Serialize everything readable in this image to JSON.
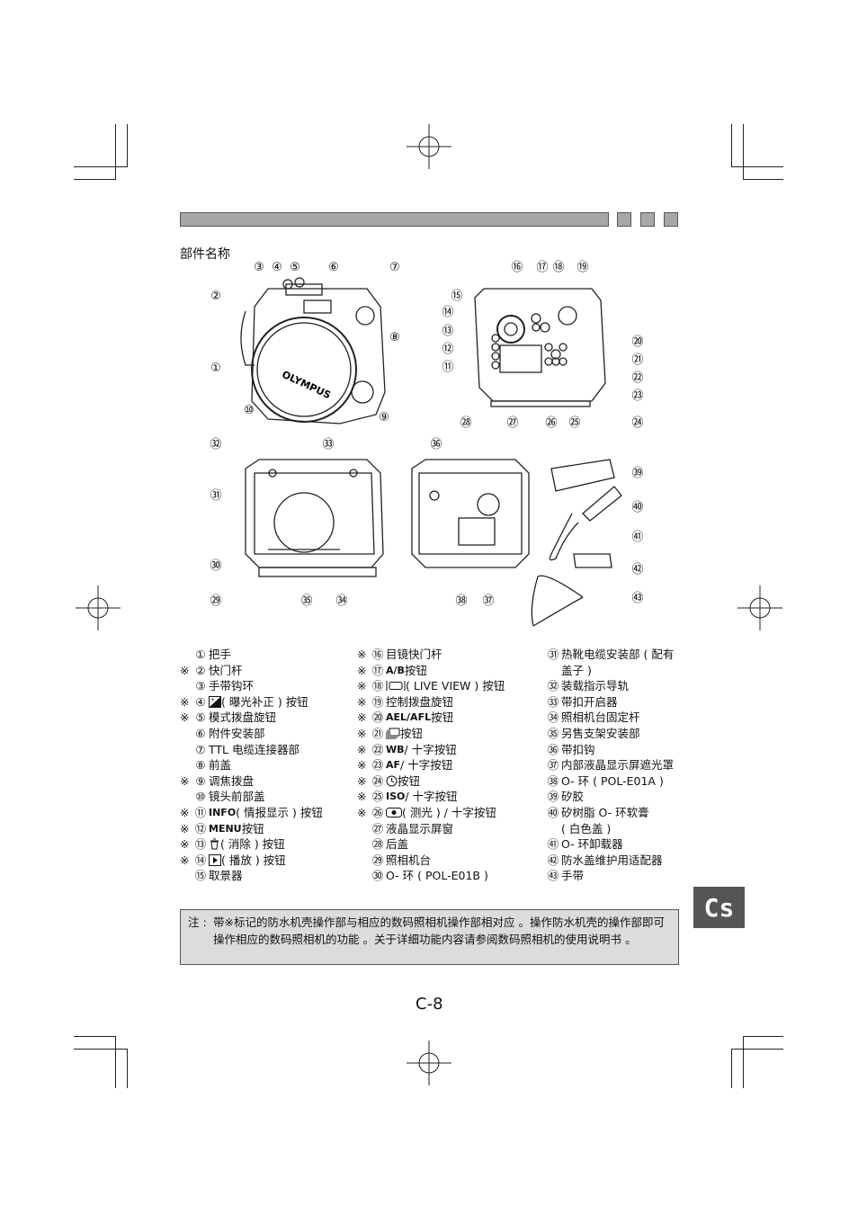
{
  "section_title": "部件名称",
  "items_col1": [
    {
      "mark": "",
      "num": "①",
      "text": "把手"
    },
    {
      "mark": "※",
      "num": "②",
      "text": "快门杆"
    },
    {
      "mark": "",
      "num": "③",
      "text": "手带钩环"
    },
    {
      "mark": "※",
      "num": "④",
      "icon": "exposure-compensation-icon",
      "text": "( 曝光补正 ) 按钮"
    },
    {
      "mark": "※",
      "num": "⑤",
      "text": "模式拨盘旋钮"
    },
    {
      "mark": "",
      "num": "⑥",
      "text": "附件安装部"
    },
    {
      "mark": "",
      "num": "⑦",
      "text": "TTL 电缆连接器部"
    },
    {
      "mark": "",
      "num": "⑧",
      "text": "前盖"
    },
    {
      "mark": "※",
      "num": "⑨",
      "text": "调焦拨盘"
    },
    {
      "mark": "",
      "num": "⑩",
      "text": "镜头前部盖"
    },
    {
      "mark": "※",
      "num": "⑪",
      "label": "INFO",
      "text": "( 情报显示 ) 按钮"
    },
    {
      "mark": "※",
      "num": "⑫",
      "label": "MENU",
      "text": "按钮"
    },
    {
      "mark": "※",
      "num": "⑬",
      "icon": "erase-icon",
      "text": "( 消除 ) 按钮"
    },
    {
      "mark": "※",
      "num": "⑭",
      "icon": "playback-icon",
      "text": "( 播放 ) 按钮"
    },
    {
      "mark": "",
      "num": "⑮",
      "text": "取景器"
    }
  ],
  "items_col2": [
    {
      "mark": "※",
      "num": "⑯",
      "text": "目镜快门杆"
    },
    {
      "mark": "※",
      "num": "⑰",
      "label": "A/B",
      "text": "按钮"
    },
    {
      "mark": "※",
      "num": "⑱",
      "icon": "live-view-icon",
      "text": "( LIVE VIEW ) 按钮"
    },
    {
      "mark": "※",
      "num": "⑲",
      "text": "控制拨盘旋钮"
    },
    {
      "mark": "※",
      "num": "⑳",
      "label": "AEL/AFL",
      "text": "按钮"
    },
    {
      "mark": "※",
      "num": "㉑",
      "icon": "drive-mode-icon",
      "text": "按钮"
    },
    {
      "mark": "※",
      "num": "㉒",
      "label": "WB",
      "text": "/ 十字按钮"
    },
    {
      "mark": "※",
      "num": "㉓",
      "label": "AF",
      "text": "/ 十字按钮"
    },
    {
      "mark": "※",
      "num": "㉔",
      "icon": "timer-icon",
      "text": "按钮"
    },
    {
      "mark": "※",
      "num": "㉕",
      "label": "ISO",
      "text": "/ 十字按钮"
    },
    {
      "mark": "※",
      "num": "㉖",
      "icon": "metering-icon",
      "text": "( 测光 ) / 十字按钮"
    },
    {
      "mark": "",
      "num": "㉗",
      "text": "液晶显示屏窗"
    },
    {
      "mark": "",
      "num": "㉘",
      "text": "后盖"
    },
    {
      "mark": "",
      "num": "㉙",
      "text": "照相机台"
    },
    {
      "mark": "",
      "num": "㉚",
      "text": "O- 环 ( POL-E01B )"
    }
  ],
  "items_col3": [
    {
      "num": "㉛",
      "text": "热靴电缆安装部 ( 配有",
      "cont": "盖子 )"
    },
    {
      "num": "㉜",
      "text": "装载指示导轨"
    },
    {
      "num": "㉝",
      "text": "带扣开启器"
    },
    {
      "num": "㉞",
      "text": "照相机台固定杆"
    },
    {
      "num": "㉟",
      "text": "另售支架安装部"
    },
    {
      "num": "㊱",
      "text": "带扣钩"
    },
    {
      "num": "㊲",
      "text": "内部液晶显示屏遮光罩"
    },
    {
      "num": "㊳",
      "text": "O- 环 ( POL-E01A )"
    },
    {
      "num": "㊴",
      "text": "矽胶"
    },
    {
      "num": "㊵",
      "text": "矽树脂 O- 环软膏",
      "cont": "( 白色盖 )"
    },
    {
      "num": "㊶",
      "text": "O- 环卸载器"
    },
    {
      "num": "㊷",
      "text": "防水盖维护用适配器"
    },
    {
      "num": "㊸",
      "text": "手带"
    }
  ],
  "note": {
    "label": "注 :",
    "text": "带※标记的防水机壳操作部与相应的数码照相机操作部相对应 。操作防水机壳的操作部即可操作相应的数码照相机的功能 。关于详细功能内容请参阅数码照相机的使用说明书 。"
  },
  "figure": {
    "brand_text": "OLYMPUS",
    "callouts_front": [
      "①",
      "②",
      "③",
      "④",
      "⑤",
      "⑥",
      "⑦",
      "⑧",
      "⑨",
      "⑩"
    ],
    "callouts_back": [
      "⑪",
      "⑫",
      "⑬",
      "⑭",
      "⑮",
      "⑯",
      "⑰",
      "⑱",
      "⑲",
      "⑳",
      "㉑",
      "㉒",
      "㉓",
      "㉔",
      "㉕",
      "㉖",
      "㉗",
      "㉘"
    ],
    "callouts_inside": [
      "㉙",
      "㉚",
      "㉛",
      "㉜",
      "㉝",
      "㉞",
      "㉟"
    ],
    "callouts_cover": [
      "㊱",
      "㊲",
      "㊳"
    ],
    "callouts_accessories": [
      "㊴",
      "㊵",
      "㊶",
      "㊷",
      "㊸"
    ]
  },
  "page_number": "C-8",
  "language_tab": "Cs"
}
